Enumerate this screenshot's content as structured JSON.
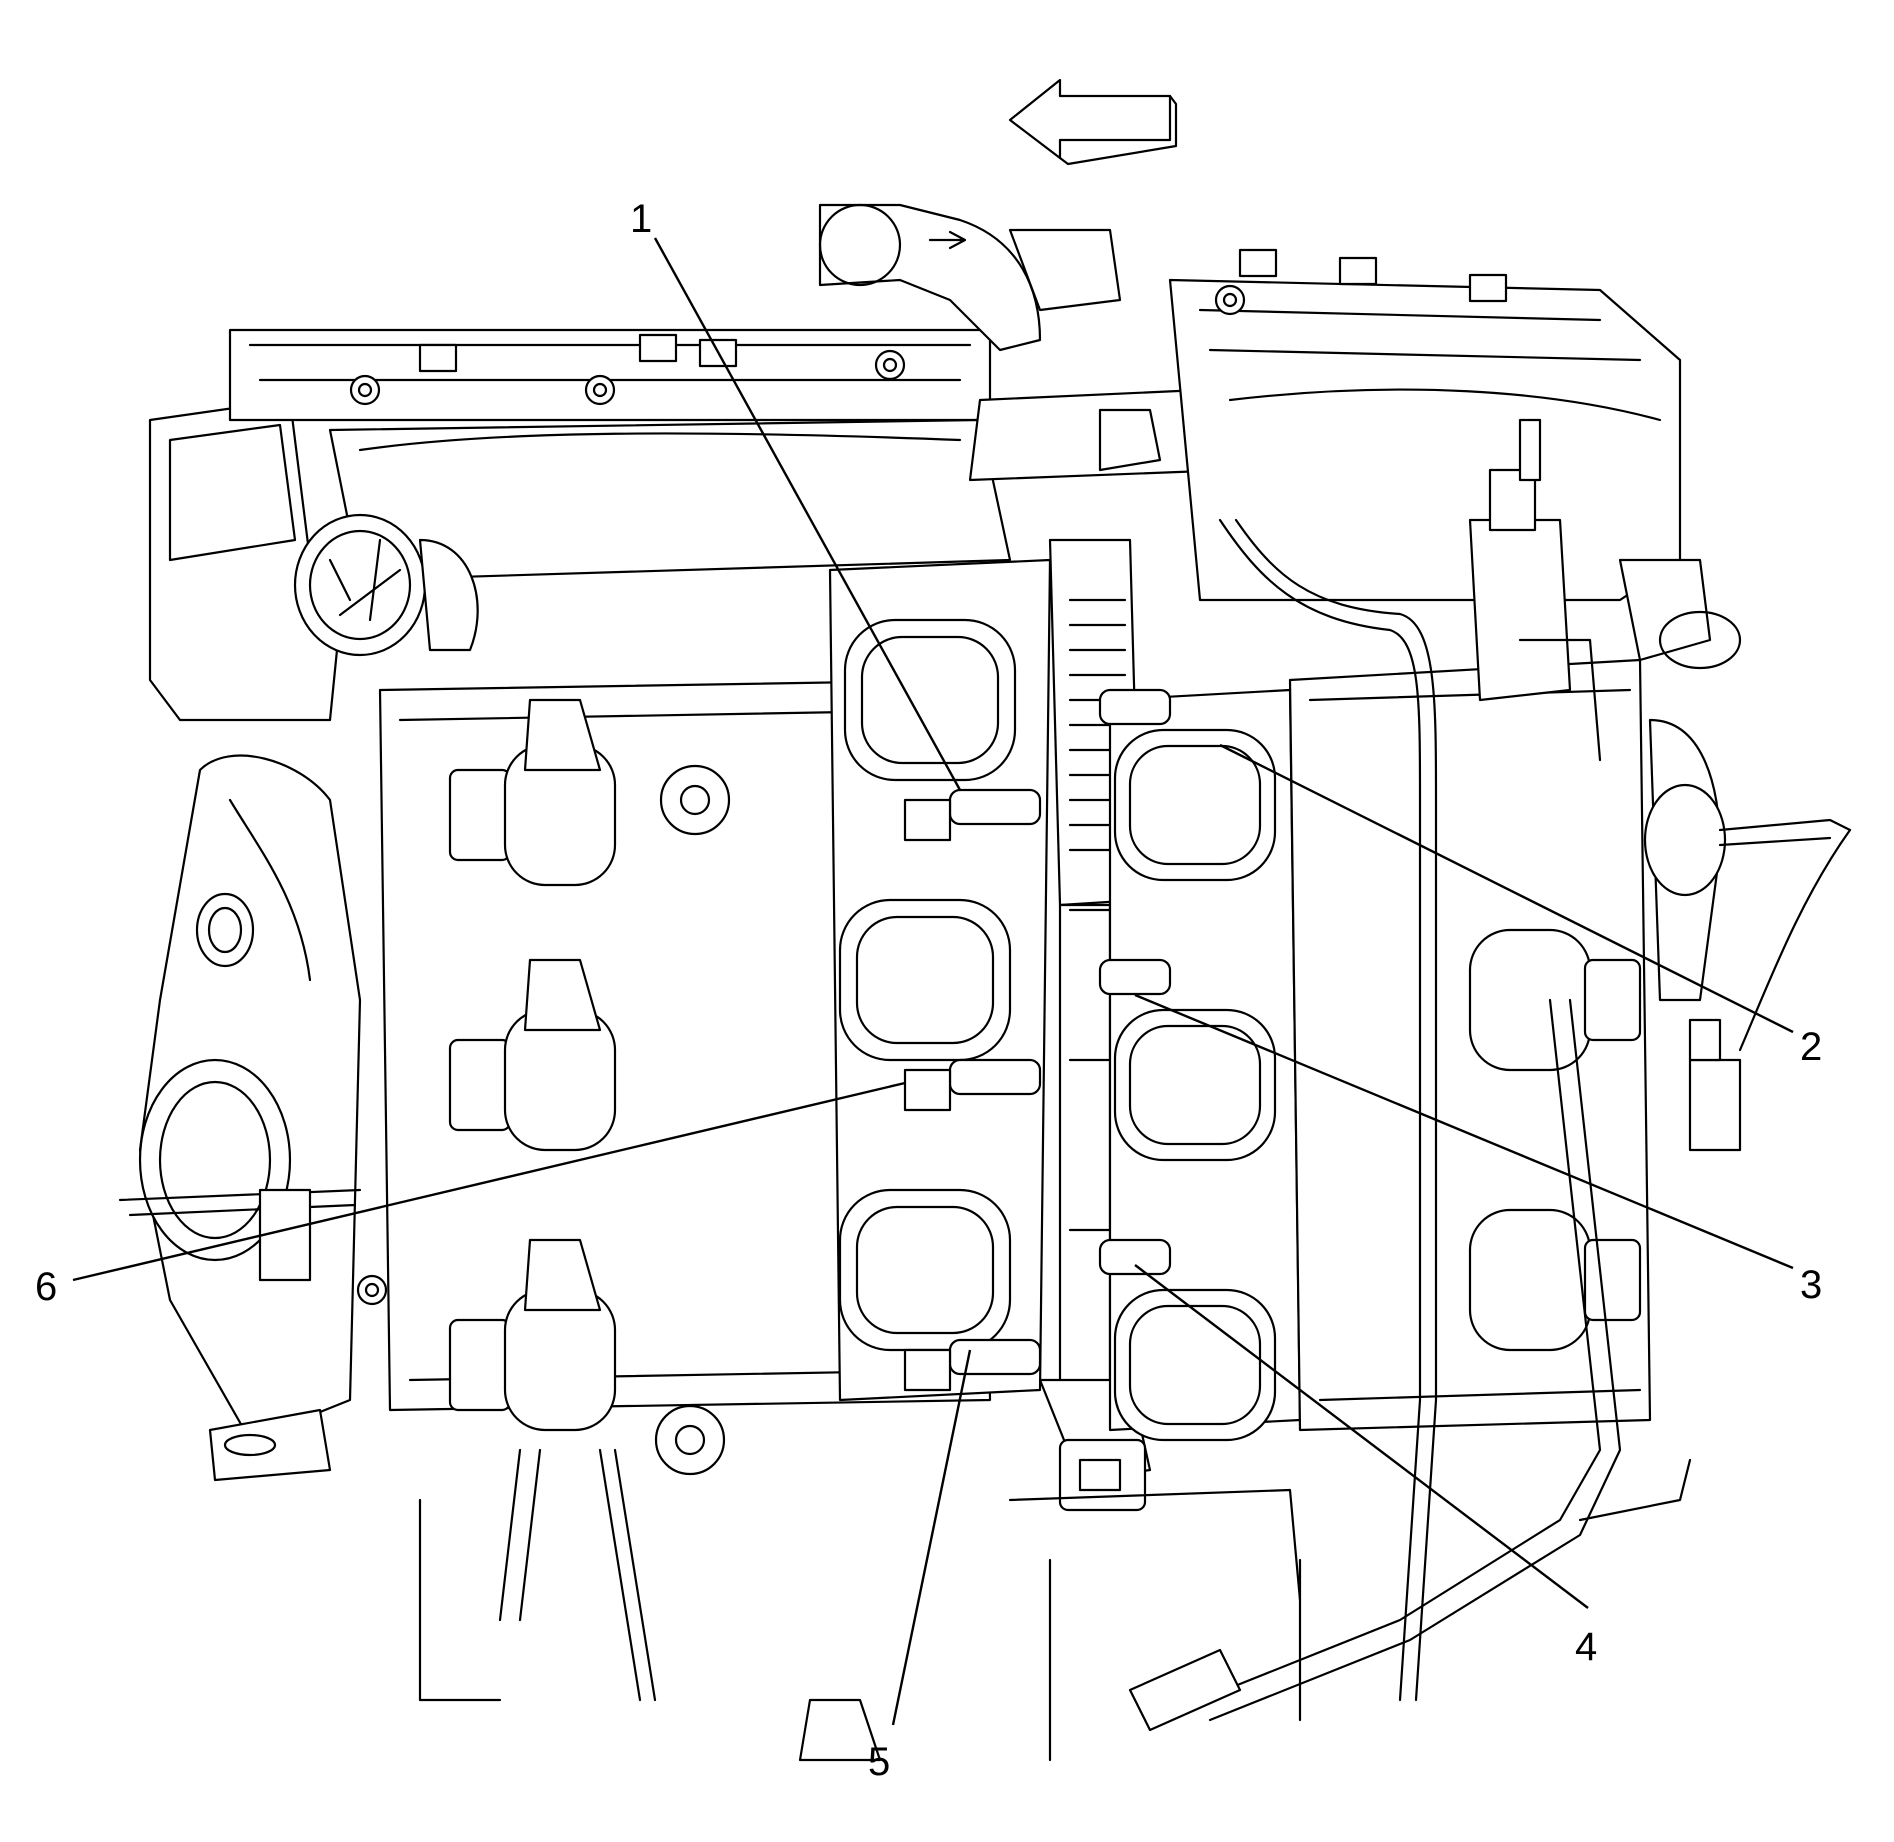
{
  "diagram": {
    "direction_arrow": {
      "icon": "left-arrow-icon"
    },
    "callouts": [
      {
        "label": "1"
      },
      {
        "label": "2"
      },
      {
        "label": "3"
      },
      {
        "label": "4"
      },
      {
        "label": "5"
      },
      {
        "label": "6"
      }
    ]
  }
}
